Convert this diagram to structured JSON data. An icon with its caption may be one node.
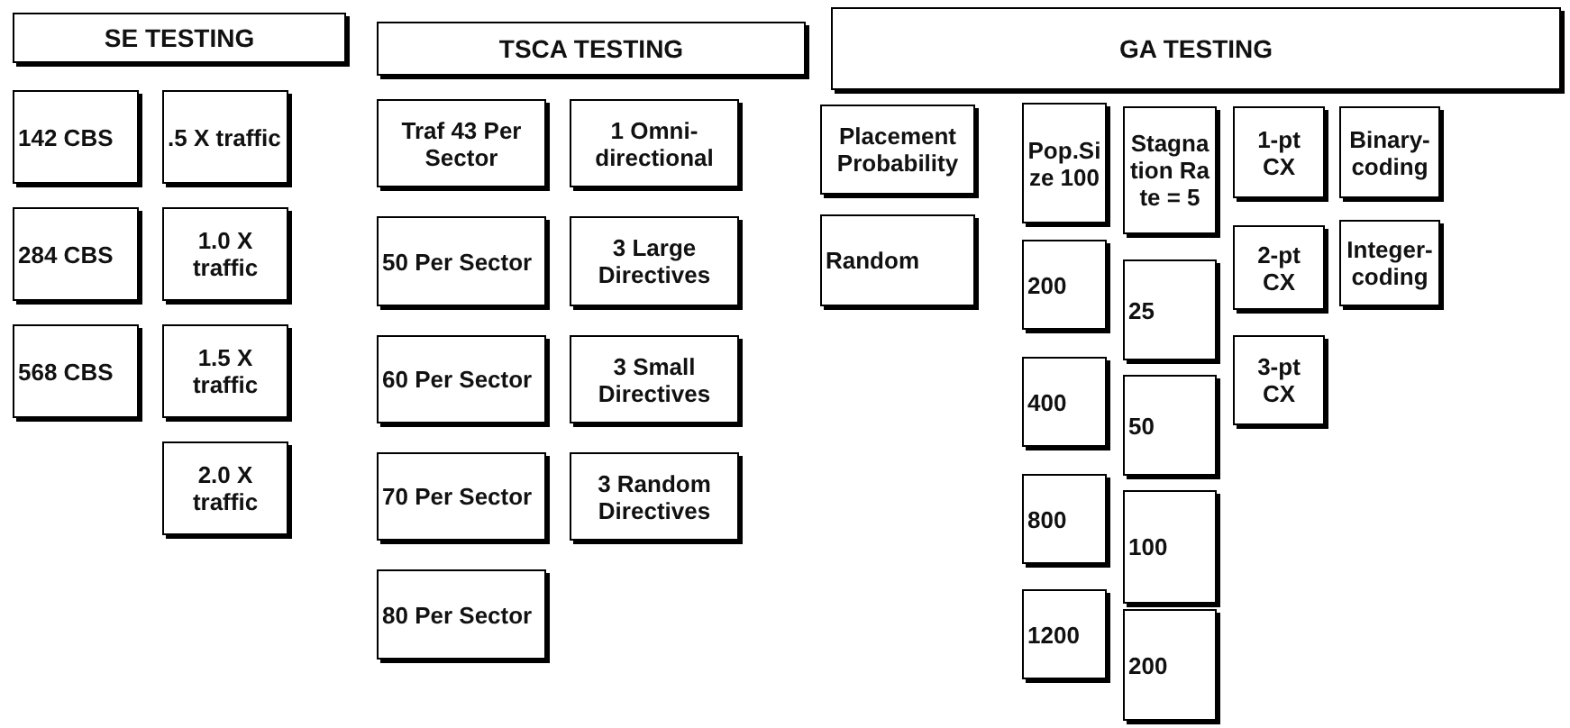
{
  "diagram": {
    "nodes": [
      {
        "text": [
          "SE TESTING"
        ]
      },
      {
        "text": [
          "142 CBS"
        ]
      },
      {
        "text": [
          "284 CBS"
        ]
      },
      {
        "text": [
          "568 CBS"
        ]
      },
      {
        "text": [
          ".5 X traffic"
        ]
      },
      {
        "text": [
          "1.0 X traffic"
        ]
      },
      {
        "text": [
          "1.5 X traffic"
        ]
      },
      {
        "text": [
          "2.0 X traffic"
        ]
      },
      {
        "text": [
          "TSCA TESTING"
        ]
      },
      {
        "text": [
          "Traf 43 Per Sector"
        ]
      },
      {
        "text": [
          "50 Per Sector"
        ]
      },
      {
        "text": [
          "60 Per Sector"
        ]
      },
      {
        "text": [
          "70 Per Sector"
        ]
      },
      {
        "text": [
          "80 Per Sector"
        ]
      },
      {
        "text": [
          "1 Omni-directional"
        ]
      },
      {
        "text": [
          "3 Large Directives"
        ]
      },
      {
        "text": [
          "3 Small Directives"
        ]
      },
      {
        "text": [
          "3 Random Directives"
        ]
      },
      {
        "text": [
          "GA TESTING"
        ]
      },
      {
        "text": [
          "Placement Probability"
        ]
      },
      {
        "text": [
          "Random"
        ]
      },
      {
        "text": [
          "Pop.Size 100"
        ]
      },
      {
        "text": [
          "200"
        ]
      },
      {
        "text": [
          "400"
        ]
      },
      {
        "text": [
          "800"
        ]
      },
      {
        "text": [
          "1200"
        ]
      },
      {
        "text": [
          "Stagnation Rate = 5"
        ]
      },
      {
        "text": [
          "25"
        ]
      },
      {
        "text": [
          "50"
        ]
      },
      {
        "text": [
          "100"
        ]
      },
      {
        "text": [
          "200"
        ]
      },
      {
        "text": [
          "1-pt CX"
        ]
      },
      {
        "text": [
          "2-pt CX"
        ]
      },
      {
        "text": [
          "3-pt CX"
        ]
      },
      {
        "text": [
          "Binary-coding"
        ]
      },
      {
        "text": [
          "Integer-coding"
        ]
      }
    ]
  }
}
